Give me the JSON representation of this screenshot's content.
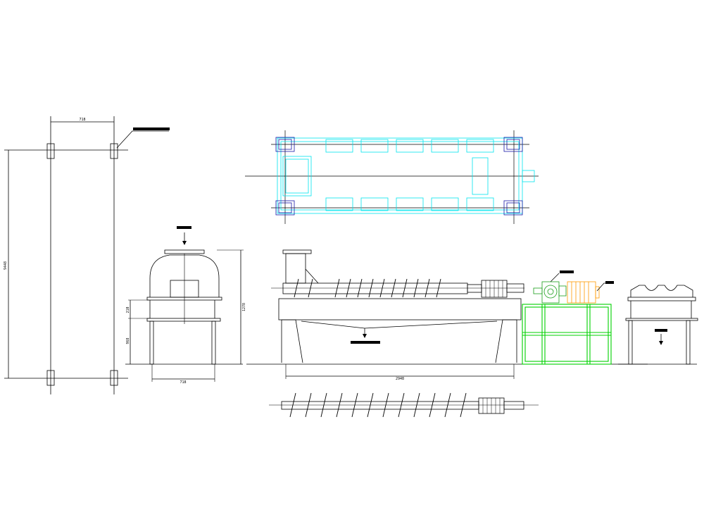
{
  "dimensions": {
    "plan_width": "718",
    "plan_length": "9448",
    "base_width": "718",
    "end_height": "1278",
    "upper_height": "210",
    "lower_height": "968",
    "machine_length": "2948"
  },
  "colors": {
    "line": "#000000",
    "frame_plan": "#00e5ee",
    "column_plan": "#1a1aa8",
    "gear_reducer": "#1a9e1a",
    "motor": "#ff9900",
    "support_frame": "#00d000"
  }
}
